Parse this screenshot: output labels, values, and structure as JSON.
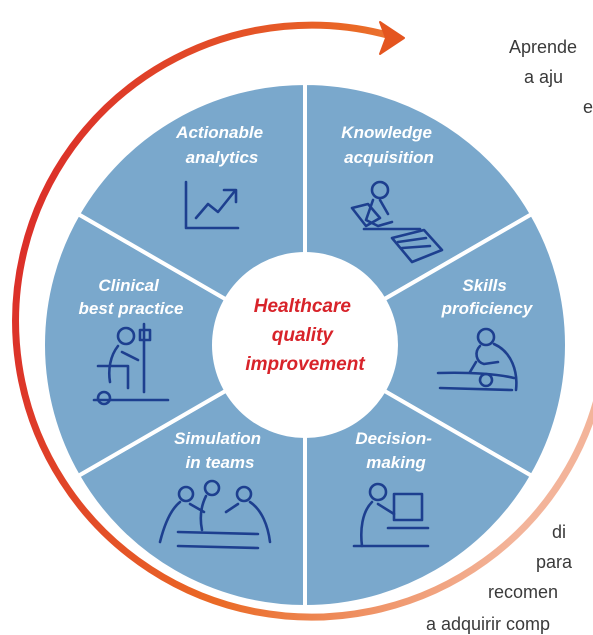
{
  "colors": {
    "segment_fill": "#7aa8cc",
    "segment_border": "#ffffff",
    "center_fill": "#ffffff",
    "center_text": "#d8232a",
    "icon_stroke": "#1d3f8f",
    "arc_start": "#d8232a",
    "arc_mid": "#ea6a26",
    "arc_end": "#f3b49a",
    "side_text": "#3a3a3a"
  },
  "center": {
    "line1": "Healthcare",
    "line2": "quality",
    "line3": "improvement"
  },
  "segments": [
    {
      "id": "knowledge",
      "line1": "Knowledge",
      "line2": "acquisition",
      "icon": "reading-person-icon"
    },
    {
      "id": "skills",
      "line1": "Skills",
      "line2": "proficiency",
      "icon": "patient-care-icon"
    },
    {
      "id": "decision",
      "line1": "Decision-",
      "line2": "making",
      "icon": "person-at-computer-icon"
    },
    {
      "id": "simulation",
      "line1": "Simulation",
      "line2": "in teams",
      "icon": "team-simulation-icon"
    },
    {
      "id": "clinical",
      "line1": "Clinical",
      "line2": "best practice",
      "icon": "clinician-at-bedside-icon"
    },
    {
      "id": "analytics",
      "line1": "Actionable",
      "line2": "analytics",
      "icon": "trend-chart-icon"
    }
  ],
  "side_text": {
    "line1": "Aprende",
    "line2": "a aju",
    "line3": "e",
    "line4": "di",
    "line5": "para",
    "line6": "recomen",
    "line7": "a adquirir comp"
  }
}
